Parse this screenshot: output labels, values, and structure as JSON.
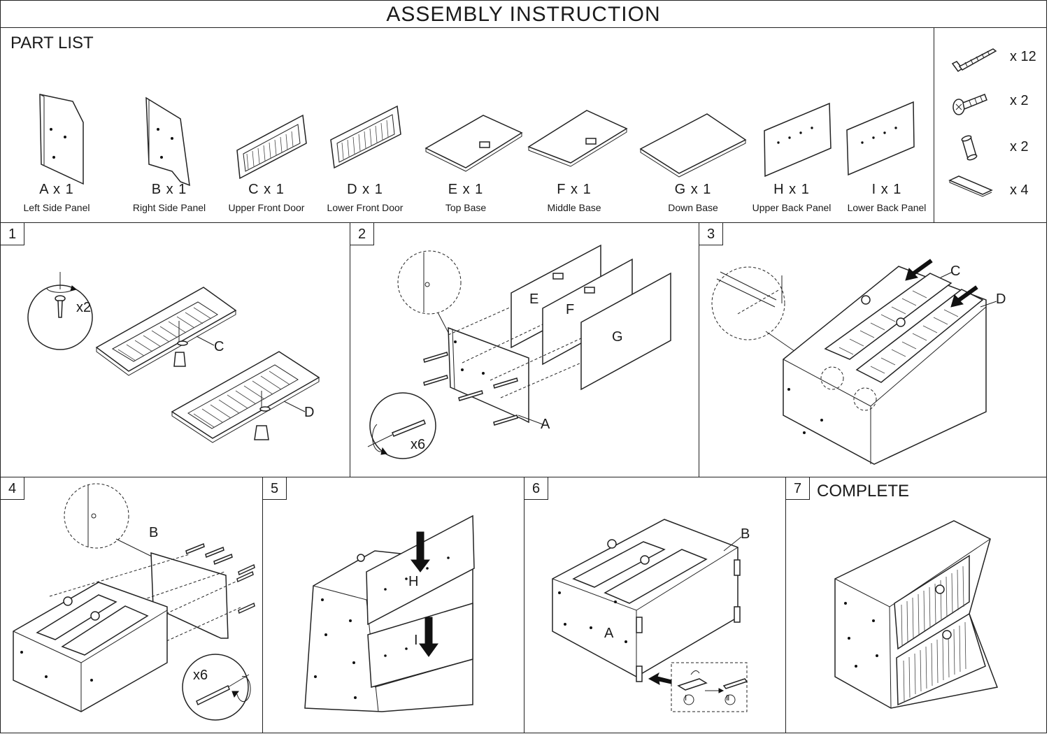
{
  "title": "ASSEMBLY INSTRUCTION",
  "part_list": {
    "heading": "PART LIST",
    "parts": [
      {
        "code": "A x 1",
        "name": "Left Side Panel"
      },
      {
        "code": "B x 1",
        "name": "Right Side Panel"
      },
      {
        "code": "C x 1",
        "name": "Upper Front Door"
      },
      {
        "code": "D x 1",
        "name": "Lower Front Door"
      },
      {
        "code": "E x 1",
        "name": "Top Base"
      },
      {
        "code": "F x 1",
        "name": "Middle Base"
      },
      {
        "code": "G x 1",
        "name": "Down Base"
      },
      {
        "code": "H x 1",
        "name": "Upper Back Panel"
      },
      {
        "code": "I x 1",
        "name": "Lower Back Panel"
      }
    ]
  },
  "hardware": [
    {
      "icon": "long-screw-icon",
      "qty": "x 12"
    },
    {
      "icon": "short-screw-icon",
      "qty": "x 2"
    },
    {
      "icon": "knob-icon",
      "qty": "x 2"
    },
    {
      "icon": "adhesive-strip-icon",
      "qty": "x 4"
    }
  ],
  "steps": [
    {
      "number": "1",
      "labels": {
        "qty": "x2",
        "c": "C",
        "d": "D"
      }
    },
    {
      "number": "2",
      "labels": {
        "e": "E",
        "f": "F",
        "g": "G",
        "a": "A",
        "qty": "x6"
      }
    },
    {
      "number": "3",
      "labels": {
        "c": "C",
        "d": "D"
      }
    },
    {
      "number": "4",
      "labels": {
        "b": "B",
        "qty": "x6"
      }
    },
    {
      "number": "5",
      "labels": {
        "h": "H",
        "i": "I"
      }
    },
    {
      "number": "6",
      "labels": {
        "b": "B",
        "a": "A",
        "s1": "Ⅰ",
        "s2": "Ⅱ"
      }
    },
    {
      "number": "7",
      "title": "COMPLETE"
    }
  ]
}
